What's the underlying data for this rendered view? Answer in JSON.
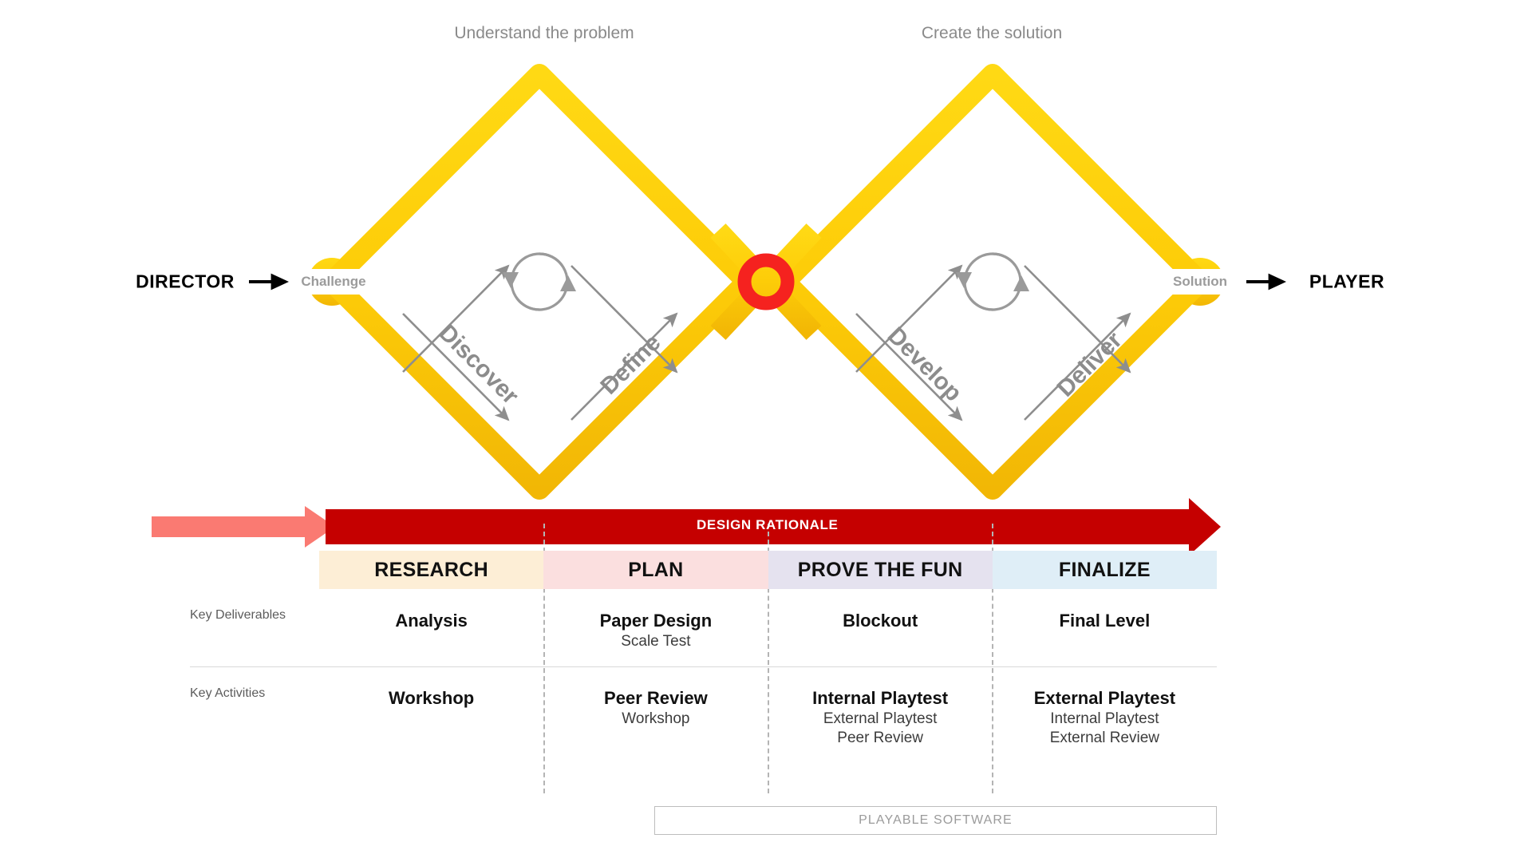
{
  "captions": {
    "left": "Understand the problem",
    "right": "Create the solution"
  },
  "endpoints": {
    "start_actor": "DIRECTOR",
    "end_actor": "PLAYER",
    "start_node": "Challenge",
    "mid_node": "",
    "end_node": "Solution"
  },
  "diamond_phases": {
    "discover": "Discover",
    "define": "Define",
    "develop": "Develop",
    "deliver": "Deliver"
  },
  "rationale": {
    "label": "DESIGN RATIONALE"
  },
  "phases": [
    {
      "name": "RESEARCH",
      "color": "#fdeed6"
    },
    {
      "name": "PLAN",
      "color": "#fbdfdf"
    },
    {
      "name": "PROVE THE FUN",
      "color": "#e5e2ef"
    },
    {
      "name": "FINALIZE",
      "color": "#dfeef7"
    }
  ],
  "rows": [
    {
      "label": "Key Deliverables",
      "cells": [
        {
          "primary": "Analysis",
          "secondary": []
        },
        {
          "primary": "Paper Design",
          "secondary": [
            "Scale Test"
          ]
        },
        {
          "primary": "Blockout",
          "secondary": []
        },
        {
          "primary": "Final Level",
          "secondary": []
        }
      ]
    },
    {
      "label": "Key Activities",
      "cells": [
        {
          "primary": "Workshop",
          "secondary": []
        },
        {
          "primary": "Peer Review",
          "secondary": [
            "Workshop"
          ]
        },
        {
          "primary": "Internal Playtest",
          "secondary": [
            "External Playtest",
            "Peer Review"
          ]
        },
        {
          "primary": "External Playtest",
          "secondary": [
            "Internal Playtest",
            "External Review"
          ]
        }
      ]
    }
  ],
  "footer": {
    "playable_software": "PLAYABLE SOFTWARE"
  },
  "colors": {
    "diamond_yellow_light": "#ffd60a",
    "diamond_yellow_dark": "#f5b800",
    "rationale_red": "#c50000",
    "rationale_red_light": "#fa7a72",
    "center_red": "#f02020",
    "gray_text": "#8a8a8a"
  }
}
